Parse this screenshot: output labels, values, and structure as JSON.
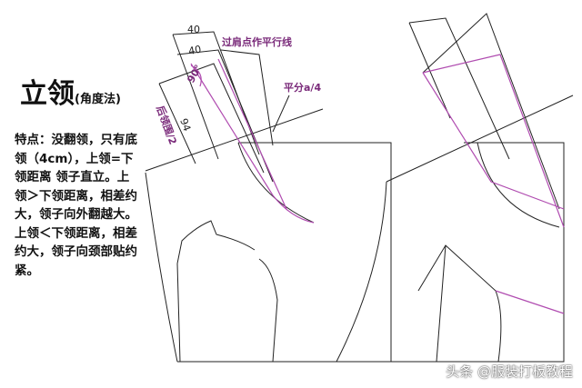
{
  "title": "立领",
  "subtitle": "(角度法)",
  "description": "特点：没翻领，只有底领（4cm），上领=下领距离 领子直立。上领＞下领距离，相差约大，领子向外翻越大。上领＜下领距离，相差约大，领子向颈部贴约紧。",
  "labels": {
    "width_top": "40",
    "width_second": "40",
    "angle": "90°",
    "length": "94",
    "back_neck": "后领围/2",
    "parallel_note": "过肩点作平行线",
    "bisect_note": "平分a/4"
  },
  "colors": {
    "line": "#222222",
    "accent": "#b04cb0"
  },
  "watermark": "头条 @服装打板教程"
}
